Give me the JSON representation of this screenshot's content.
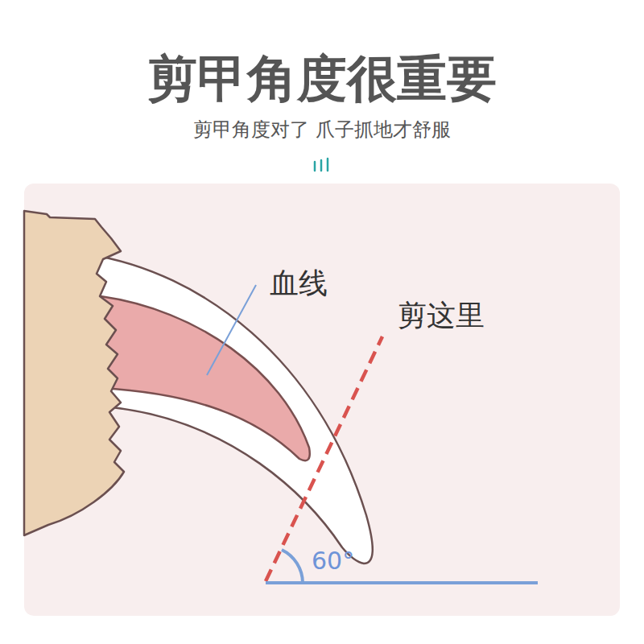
{
  "diagram": {
    "title": "剪甲角度很重要",
    "labels": [
      "剪甲角度对了 爪子抓地才舒服",
      "血线",
      "剪这里",
      "60°"
    ]
  }
}
